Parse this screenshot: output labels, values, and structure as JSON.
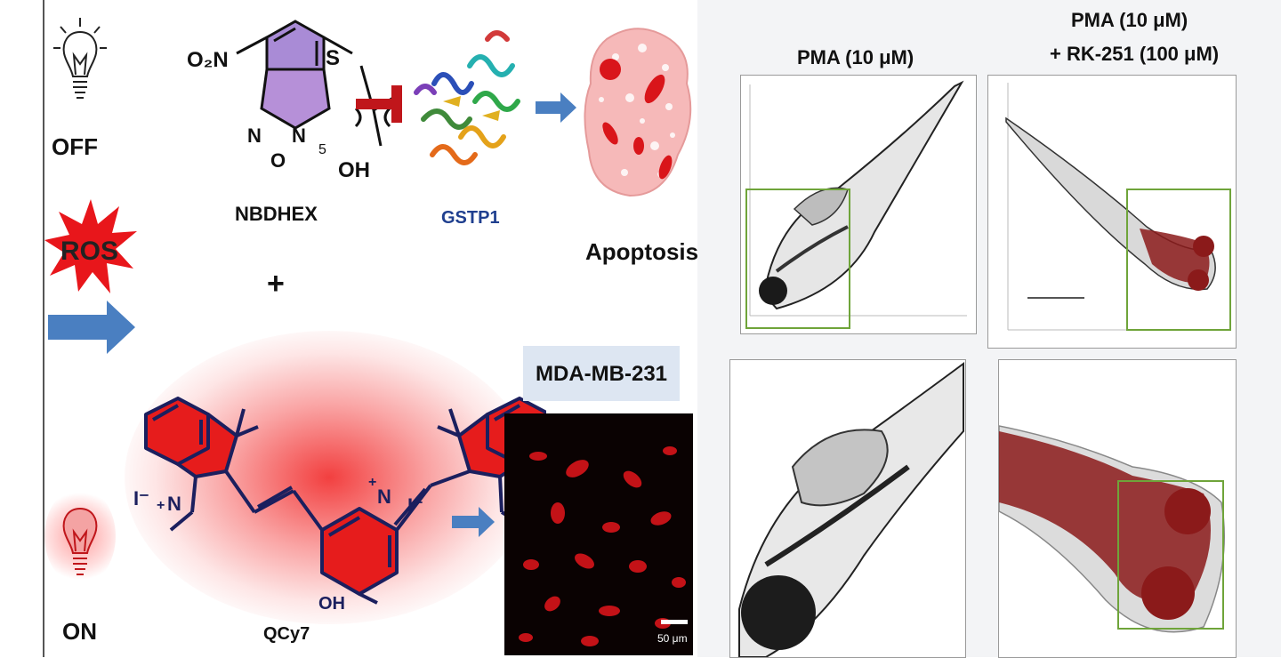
{
  "left": {
    "off_label": "OFF",
    "on_label": "ON",
    "ros_label": "ROS",
    "nbdhex_label": "NBDHEX",
    "gstp1_label": "GSTP1",
    "apoptosis_label": "Apoptosis",
    "plus_label": "+",
    "qcy7_label": "QCy7",
    "cell_line_label": "MDA-MB-231",
    "scale_bar_label": "50 μm",
    "chem": {
      "o2n": "O₂N",
      "s": "S",
      "n1": "N",
      "n2": "N",
      "o": "O",
      "five": "5",
      "oh1": "OH",
      "oh2": "OH",
      "n_left": "N",
      "n_right": "N",
      "iodide_left": "I⁻",
      "iodide_right": "I⁻",
      "plus_left": "+",
      "plus_right": "+"
    },
    "colors": {
      "ros": "#e8161b",
      "arrow": "#4a7fc1",
      "inhibit": "#c0161b",
      "gstp1_text": "#1f3f8f",
      "qcy7_fill": "#e61c1c"
    }
  },
  "right": {
    "col1_title": "PMA (10 μM)",
    "col2_title_line1": "PMA (10 μM)",
    "col2_title_line2": "+ RK-251 (100 μM)",
    "colors": {
      "roi_box": "#6fa43a",
      "red_signal": "#8b1a1a"
    }
  }
}
